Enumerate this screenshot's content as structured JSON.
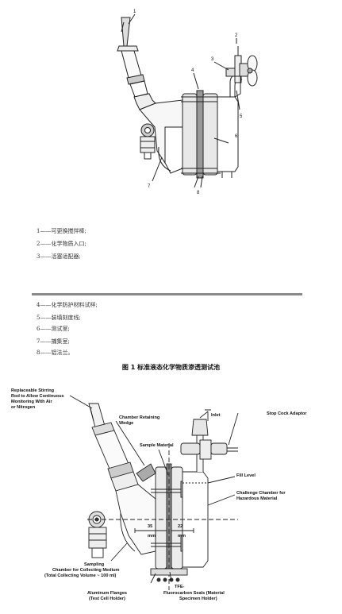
{
  "top_diagram": {
    "callouts": [
      "1",
      "2",
      "3",
      "4",
      "5",
      "6",
      "7",
      "8"
    ]
  },
  "legend_part1": [
    "1——可更换搅拌棒;",
    "2——化学物质入口;",
    "3——活塞适配器;"
  ],
  "legend_part2": [
    "4——化学防护材料试样;",
    "5——装填刻度线;",
    "6——测试室;",
    "7——捕集室;",
    "8——铝法兰。"
  ],
  "figure_caption": "图 1  标准液态化学物质渗透测试池",
  "bottom_diagram": {
    "stirring_rod": [
      "Replaceable Stirring",
      "Rod to Allow Continuous",
      "Monitoring With Air",
      "or Nitrogen"
    ],
    "retaining_wedge": [
      "Chamber Retaining",
      "Wedge"
    ],
    "inlet": "Inlet",
    "stop_cock": "Stop Cock Adaptor",
    "sample_material": "Sample Material",
    "fill_level": "Fill Level",
    "challenge_chamber": [
      "Challenge Chamber for",
      "Hazardous Material"
    ],
    "dim_left_value": "35",
    "dim_left_unit": "mm",
    "dim_right_value": "22",
    "dim_right_unit": "mm",
    "sampling_chamber": [
      "Sampling",
      "Chamber for Collecting Medium",
      "(Total Collecting Volume ~ 100 ml)"
    ],
    "tfe": "TFE-",
    "aluminum_flanges": [
      "Aluminum Flanges",
      "(Test Cell Holder)"
    ],
    "fluorocarbon_seals": [
      "Fluorocarbon  Seals (Material",
      "Specimen Holder)"
    ]
  }
}
